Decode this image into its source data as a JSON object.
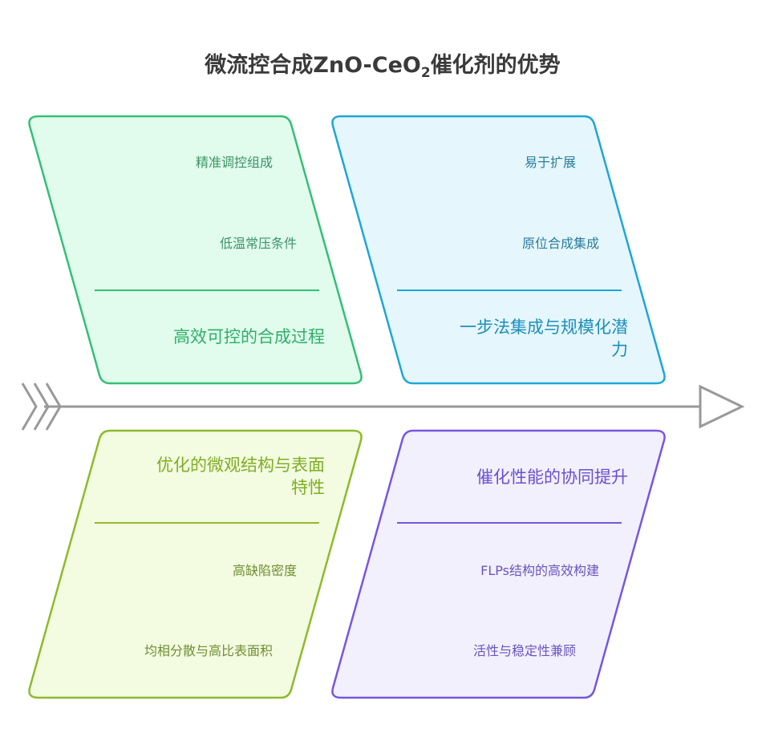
{
  "title": {
    "main": "微流控合成ZnO-CeO",
    "sub": "2",
    "tail": "催化剂的优势"
  },
  "colors": {
    "green": "#34bf77",
    "blue": "#1ea6d8",
    "lime": "#8dbb2c",
    "purple": "#7657e0",
    "spine": "#999999"
  },
  "boxes": {
    "process": {
      "heading": "高效可控的合成过程",
      "items": [
        "精准调控组成",
        "低温常压条件"
      ]
    },
    "integration": {
      "heading_line1": "一步法集成与规模化潜",
      "heading_line2": "力",
      "items": [
        "易于扩展",
        "原位合成集成"
      ]
    },
    "structure": {
      "heading_line1": "优化的微观结构与表面",
      "heading_line2": "特性",
      "items": [
        "高缺陷密度",
        "均相分散与高比表面积"
      ]
    },
    "performance": {
      "heading": "催化性能的协同提升",
      "items": [
        "FLPs结构的高效构建",
        "活性与稳定性兼顾"
      ]
    }
  }
}
